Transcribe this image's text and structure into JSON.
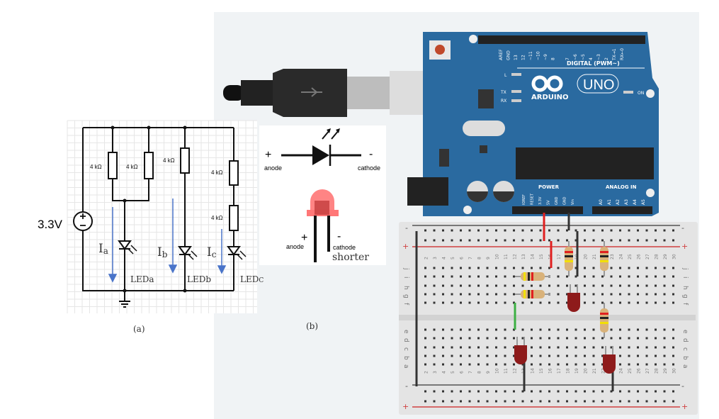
{
  "circuit_a": {
    "source_label": "3.3V",
    "resistor_labels": [
      "4 kΩ",
      "4 kΩ",
      "4 kΩ",
      "4 kΩ",
      "4 kΩ"
    ],
    "currents": [
      {
        "main": "I",
        "sub": "a"
      },
      {
        "main": "I",
        "sub": "b"
      },
      {
        "main": "I",
        "sub": "c"
      }
    ],
    "leds": [
      {
        "main": "LEDa",
        "sub": ""
      },
      {
        "main": "LEDb",
        "sub": ""
      },
      {
        "main": "LED",
        "sub": "C"
      }
    ],
    "caption": "(a)"
  },
  "led_symbol_b": {
    "plus": "+",
    "minus": "-",
    "anode": "anode",
    "cathode": "cathode",
    "shorter": "shorter",
    "caption": "(b)"
  },
  "arduino": {
    "brand": "ARDUINO",
    "model": "UNO",
    "digital_label": "DIGITAL (PWM~)",
    "power_label": "POWER",
    "analog_label": "ANALOG IN",
    "led_labels": [
      "L",
      "TX",
      "RX",
      "ON"
    ],
    "digital_pins": [
      "AREF",
      "GND",
      "13",
      "12",
      "~11",
      "~10",
      "~9",
      "8",
      "7",
      "~6",
      "~5",
      "4",
      "~3",
      "2",
      "TX→1",
      "RX←0"
    ],
    "power_pins": [
      "IOREF",
      "RESET",
      "3.3V",
      "5V",
      "GND",
      "GND",
      "Vin"
    ],
    "analog_pins": [
      "A0",
      "A1",
      "A2",
      "A3",
      "A4",
      "A5"
    ]
  },
  "breadboard": {
    "row_letters_top": [
      "j",
      "i",
      "h",
      "g",
      "f"
    ],
    "row_letters_bottom": [
      "e",
      "d",
      "c",
      "b",
      "a"
    ],
    "rail_minus": "-",
    "rail_plus": "+",
    "colors": {
      "red_wire": "#e02020",
      "black_wire": "#333333",
      "green_wire": "#3cb043",
      "led_red": "#8e1b1b",
      "rail_red": "#d04040"
    }
  }
}
